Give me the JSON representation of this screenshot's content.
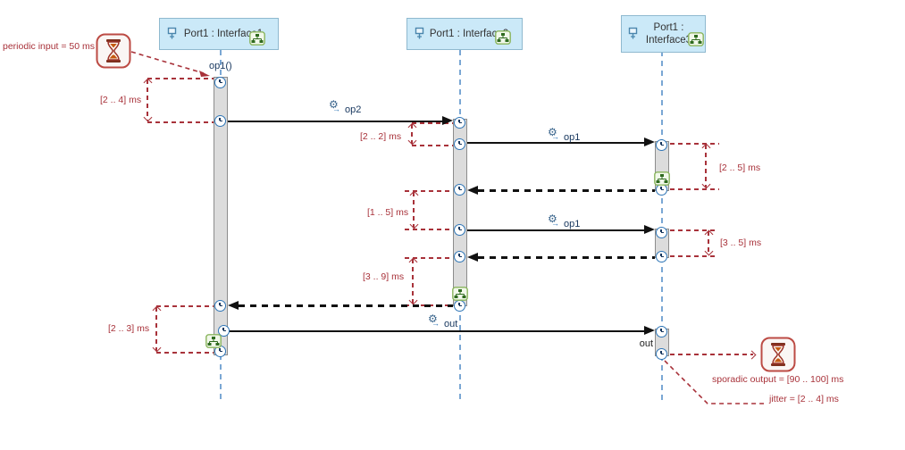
{
  "lifelines": [
    {
      "name": "Port1 : Interface1"
    },
    {
      "name": "Port1 : Interface2"
    },
    {
      "name": "Port1 : Interface3"
    }
  ],
  "found_message": {
    "label": "op1()"
  },
  "messages": [
    {
      "label": "op2",
      "kind": "call"
    },
    {
      "label": "op1",
      "kind": "call"
    },
    {
      "label": "",
      "kind": "reply"
    },
    {
      "label": "op1",
      "kind": "call"
    },
    {
      "label": "",
      "kind": "reply"
    },
    {
      "label": "",
      "kind": "reply"
    },
    {
      "label": "out",
      "kind": "call",
      "receive_label": "out"
    }
  ],
  "duration_constraints": [
    "[2 .. 4] ms",
    "[2 .. 2] ms",
    "[2 .. 5] ms",
    "[1 .. 5] ms",
    "[3 .. 5] ms",
    "[3 .. 9] ms",
    "[2 .. 3] ms"
  ],
  "timing_annotations": {
    "periodic_input": "periodic input = 50 ms",
    "sporadic_output": "sporadic output = [90 .. 100] ms",
    "jitter": "jitter = [2 .. 4] ms"
  },
  "icons": {
    "timer": "hourglass",
    "time_observation": "clock",
    "call_operation": "⚙",
    "port": "pin",
    "structure": "composite-structure-tree"
  },
  "colors": {
    "constraint_red": "#a8323a",
    "header_fill": "#cbe9f8",
    "header_border": "#8fb9cf",
    "activation_fill": "#dcdcdc",
    "activation_border": "#8c8c8c",
    "lifeline_blue": "#7aa7d4",
    "message_black": "#111111",
    "label_navy": "#17375e"
  }
}
